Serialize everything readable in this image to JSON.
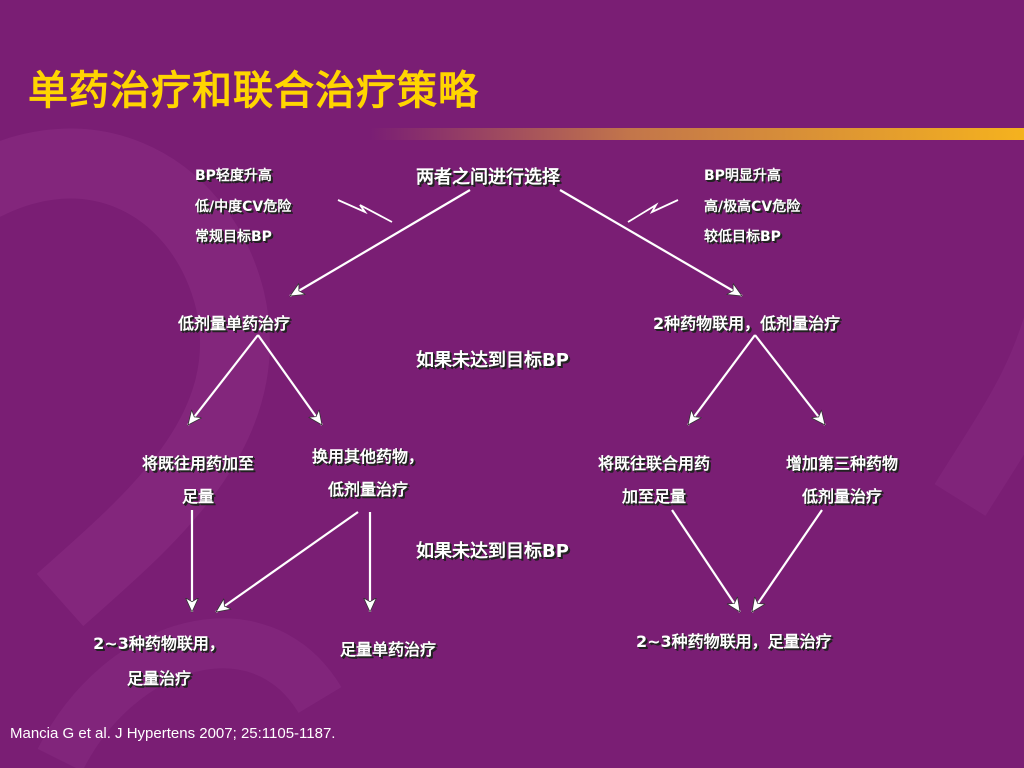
{
  "title": "单药治疗和联合治疗策略",
  "top_choice": "两者之间进行选择",
  "left_criteria": [
    "BP轻度升高",
    "低/中度CV危险",
    "常规目标BP"
  ],
  "right_criteria": [
    "BP明显升高",
    "高/极高CV危险",
    "较低目标BP"
  ],
  "branch_left": "低剂量单药治疗",
  "branch_right": "2种药物联用，低剂量治疗",
  "if_not_reached_1": "如果未达到目标BP",
  "if_not_reached_2": "如果未达到目标BP",
  "level2": {
    "a_line1": "将既往用药加至",
    "a_line2": "足量",
    "b_line1": "换用其他药物，",
    "b_line2": "低剂量治疗",
    "c_line1": "将既往联合用药",
    "c_line2": "加至足量",
    "d_line1": "增加第三种药物",
    "d_line2": "低剂量治疗"
  },
  "level3": {
    "a_line1": "2~3种药物联用，",
    "a_line2": "足量治疗",
    "b": "足量单药治疗",
    "c": "2~3种药物联用，足量治疗"
  },
  "citation": "Mancia G et al. J Hypertens 2007; 25:1105-1187.",
  "colors": {
    "background": "#7a1e74",
    "title": "#ffd500",
    "accent_bar": "#f5b21e",
    "text": "#ffffff"
  }
}
